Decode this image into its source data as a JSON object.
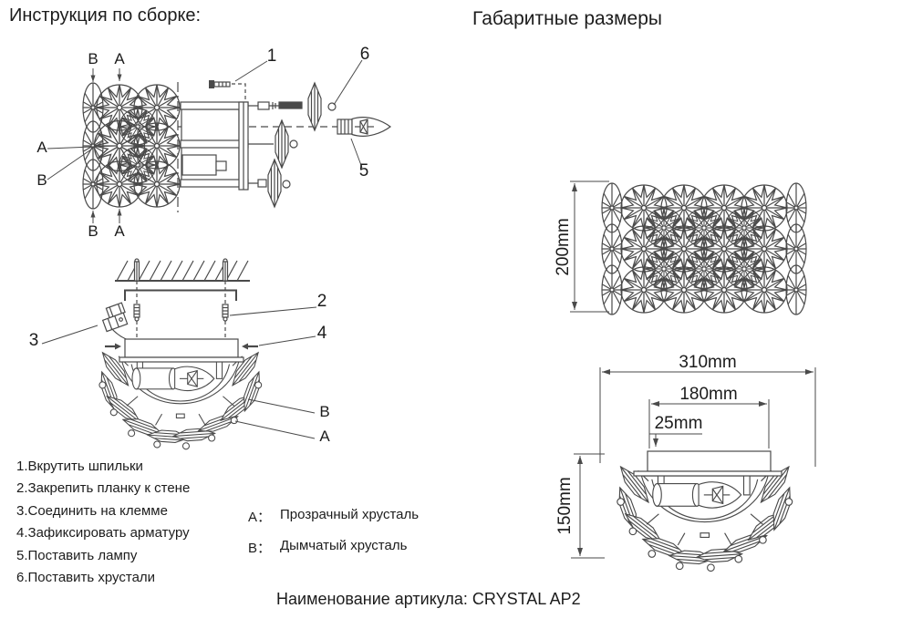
{
  "document": {
    "title_left": "Инструкция по сборке:",
    "title_right": "Габаритные размеры",
    "footer": "Наименование артикула: CRYSTAL AP2"
  },
  "assembly_steps": [
    "1.Вкрутить шпильки",
    "2.Закрепить планку к стене",
    "3.Соединить на клемме",
    "4.Зафиксировать арматуру",
    "5.Поставить лампу",
    "6.Поставить хрустали"
  ],
  "legend": {
    "a_key": "A：",
    "a_label": "Прозрачный хрусталь",
    "b_key": "B：",
    "b_label": "Дымчатый хрусталь"
  },
  "exploded_view": {
    "part_1": "1",
    "part_5": "5",
    "part_6": "6",
    "top_b": "B",
    "top_a": "A",
    "left_a": "A",
    "left_b": "B",
    "bottom_b": "B",
    "bottom_a": "A"
  },
  "mount_view": {
    "part_2": "2",
    "part_3": "3",
    "part_4": "4",
    "crystal_b": "B",
    "crystal_a": "A"
  },
  "dimensions": {
    "panel_height": "200mm",
    "overall_width": "310mm",
    "plate_width": "180mm",
    "plate_depth": "25mm",
    "body_height": "150mm"
  },
  "colors": {
    "line": "#4a4a4a",
    "text": "#1c1c1c"
  }
}
